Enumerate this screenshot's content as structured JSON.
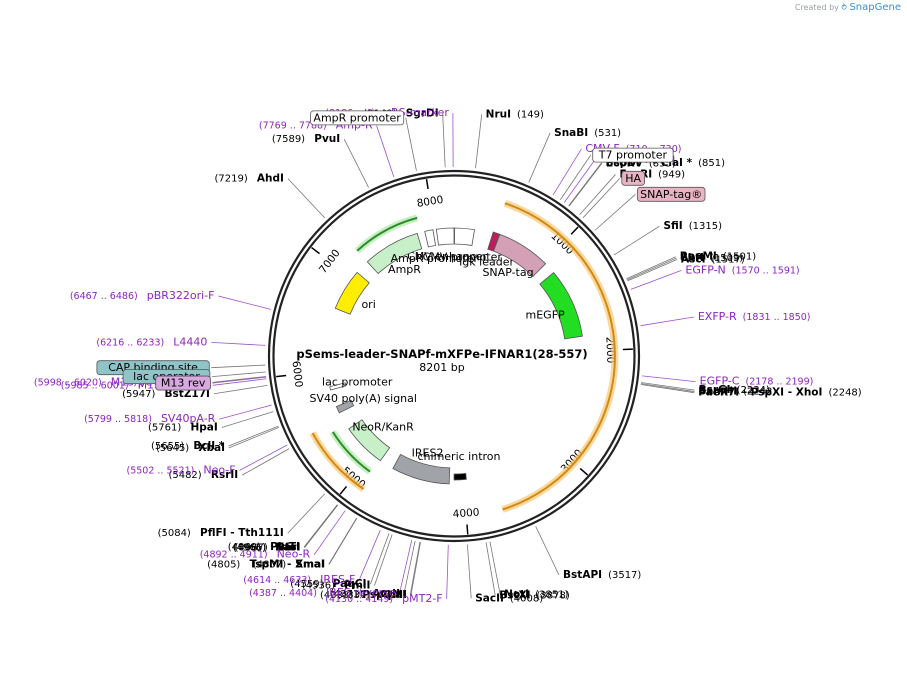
{
  "brand": {
    "created_by": "Created by",
    "name": "SnapGene"
  },
  "plasmid": {
    "name": "pSems-leader-SNAPf-mXFPe-IFNAR1(28-557)",
    "length_label": "8201 bp",
    "length": 8201
  },
  "ticks": [
    {
      "label": "1000",
      "pos": 1000
    },
    {
      "label": "2000",
      "pos": 2000
    },
    {
      "label": "3000",
      "pos": 3000
    },
    {
      "label": "4000",
      "pos": 4000
    },
    {
      "label": "5000",
      "pos": 5000
    },
    {
      "label": "6000",
      "pos": 6000
    },
    {
      "label": "7000",
      "pos": 7000
    },
    {
      "label": "8000",
      "pos": 8000
    }
  ],
  "features": [
    {
      "name": "CMV enhancer",
      "start": 8020,
      "end": 8201,
      "color": "#ffffff"
    },
    {
      "name": "CMV promoter",
      "start": 6,
      "end": 210,
      "color": "#ffffff"
    },
    {
      "name": "Igk leader",
      "start": 400,
      "end": 465,
      "color": "#c21a5e"
    },
    {
      "name": "SNAP-tag",
      "start": 470,
      "end": 1020,
      "color": "#d4a0b5"
    },
    {
      "name": "mEGFP",
      "start": 1140,
      "end": 1850,
      "color": "#22dd22"
    },
    {
      "name": "chimeric intron",
      "start": 3970,
      "end": 4100,
      "color": "#000000"
    },
    {
      "name": "IRES2",
      "start": 4150,
      "end": 4750,
      "color": "#a0a4a8"
    },
    {
      "name": "NeoR/KanR",
      "start": 4900,
      "end": 5360,
      "color": "#c8f0c8"
    },
    {
      "name": "SV40 poly(A) signal",
      "start": 5550,
      "end": 5620,
      "color": "#a0a4a8"
    },
    {
      "name": "lac promoter",
      "start": 5800,
      "end": 5835,
      "color": "#ffffff"
    },
    {
      "name": "ori",
      "start": 6650,
      "end": 7080,
      "color": "#ffee00"
    },
    {
      "name": "AmpR",
      "start": 7230,
      "end": 7820,
      "color": "#c8f0c8"
    },
    {
      "name": "AmpR promoter",
      "start": 7900,
      "end": 7985,
      "color": "#ffffff"
    }
  ],
  "orange_arcs": [
    {
      "name": "IFNAR1",
      "start": 420,
      "end": 3700
    },
    {
      "name": "NeoR region",
      "start": 4880,
      "end": 5500
    }
  ],
  "green_arcs": [
    {
      "name": "AmpR",
      "start": 7230,
      "end": 7860
    },
    {
      "name": "NeoR/KanR",
      "start": 4920,
      "end": 5420
    }
  ],
  "site_labels": [
    {
      "num": "(8140)",
      "name": "SgrDI",
      "pos": 8140
    },
    {
      "num": "(149)",
      "name": "NruI",
      "pos": 149
    },
    {
      "num": "(531)",
      "name": "SnaBI",
      "pos": 531
    },
    {
      "num": "(851)",
      "name": "BspDI * - ClaI *",
      "pos": 851
    },
    {
      "num": "(855)",
      "name": "EcoRV",
      "pos": 855
    },
    {
      "num": "(949)",
      "name": "EcoRI",
      "pos": 949
    },
    {
      "num": "(1315)",
      "name": "SfiI",
      "pos": 1315
    },
    {
      "num": "(1501)",
      "name": "PpuMI",
      "pos": 1501
    },
    {
      "num": "(1509)",
      "name": "SbfI",
      "pos": 1509
    },
    {
      "num": "(1517)",
      "name": "AscI",
      "pos": 1517
    },
    {
      "num": "(2234)",
      "name": "BsrGI",
      "pos": 2234
    },
    {
      "num": "(2242)",
      "name": "BamHI",
      "pos": 2242
    },
    {
      "num": "(2248)",
      "name": "PaeR7I - PspXI - XhoI",
      "pos": 2248
    },
    {
      "num": "(3517)",
      "name": "BstAPI",
      "pos": 3517
    },
    {
      "num": "(3851)",
      "name": "NotI",
      "pos": 3851
    },
    {
      "num": "(3878)",
      "name": "BstXI",
      "pos": 3878
    },
    {
      "num": "(4008)",
      "name": "SacII",
      "pos": 4008
    },
    {
      "num": "(4333)",
      "name": "PspOMI",
      "pos": 4333
    },
    {
      "num": "(4337)",
      "name": "ApaI",
      "pos": 4337
    },
    {
      "num": "(4371)",
      "name": "AvrII",
      "pos": 4371
    },
    {
      "num": "(4536)",
      "name": "PmlI",
      "pos": 4536
    },
    {
      "num": "(4559)",
      "name": "PaqCI",
      "pos": 4559
    },
    {
      "num": "(4805)",
      "name": "TspMI - XmaI",
      "pos": 4805
    },
    {
      "num": "(4807)",
      "name": "SmaI",
      "pos": 4807
    },
    {
      "num": "(4965)",
      "name": "KasI",
      "pos": 4965
    },
    {
      "num": "(4966)",
      "name": "NarI",
      "pos": 4966
    },
    {
      "num": "(4967)",
      "name": "SfoI",
      "pos": 4967
    },
    {
      "num": "(4969)",
      "name": "PluTI",
      "pos": 4969
    },
    {
      "num": "(5084)",
      "name": "PflFI - Tth111I",
      "pos": 5084
    },
    {
      "num": "(5482)",
      "name": "RsrII",
      "pos": 5482
    },
    {
      "num": "(5645)",
      "name": "XbaI",
      "pos": 5645
    },
    {
      "num": "(5655)",
      "name": "BclI *",
      "pos": 5655
    },
    {
      "num": "(5761)",
      "name": "HpaI",
      "pos": 5761
    },
    {
      "num": "(5947)",
      "name": "BstZ17I",
      "pos": 5947
    },
    {
      "num": "(7219)",
      "name": "AhdI",
      "pos": 7219
    },
    {
      "num": "(7589)",
      "name": "PvuI",
      "pos": 7589
    }
  ],
  "primer_labels": [
    {
      "range": "(8186 .. 4)",
      "name": "pRS-marker",
      "pos": 8195
    },
    {
      "range": "(7769 .. 7788)",
      "name": "Amp-R",
      "pos": 7778
    },
    {
      "range": "(710 .. 730)",
      "name": "CMV-F",
      "pos": 720
    },
    {
      "range": "(804 .. 823)",
      "name": "T7",
      "pos": 813
    },
    {
      "range": "(1570 .. 1591)",
      "name": "EGFP-N",
      "pos": 1580
    },
    {
      "range": "(1831 .. 1850)",
      "name": "EXFP-R",
      "pos": 1840
    },
    {
      "range": "(2178 .. 2199)",
      "name": "EGFP-C",
      "pos": 2188
    },
    {
      "range": "(6467 .. 6486)",
      "name": "pBR322ori-F",
      "pos": 6476
    },
    {
      "range": "(6216 .. 6233)",
      "name": "L4440",
      "pos": 6224
    },
    {
      "range": "(5998 .. 6020)",
      "name": "M13/pUC Reverse",
      "pos": 6009
    },
    {
      "range": "(5985 .. 6001)",
      "name": "M13 Reverse",
      "pos": 5993
    },
    {
      "range": "(5799 .. 5818)",
      "name": "SV40pA-R",
      "pos": 5808
    },
    {
      "range": "(5502 .. 5521)",
      "name": "Neo-F",
      "pos": 5511
    },
    {
      "range": "(4892 .. 4911)",
      "name": "Neo-R",
      "pos": 4901
    },
    {
      "range": "(4614 .. 4633)",
      "name": "IRES-F",
      "pos": 4623
    },
    {
      "range": "(4387 .. 4404)",
      "name": "IRES reverse",
      "pos": 4395
    },
    {
      "range": "(4130 .. 4149)",
      "name": "pMT2-F",
      "pos": 4140
    }
  ],
  "boxed_labels": [
    {
      "name": "AmpR promoter",
      "fill": "#ffffff",
      "pos": 7940
    },
    {
      "name": "T7 promoter",
      "fill": "#ffffff",
      "pos": 780
    },
    {
      "name": "HA",
      "fill": "#e8b4c4",
      "pos": 980
    },
    {
      "name": "SNAP-tag®",
      "fill": "#e8b4c4",
      "pos": 1100
    },
    {
      "name": "CAP binding site",
      "fill": "#8fc4c8",
      "pos": 6088
    },
    {
      "name": "lac operator",
      "fill": "#8fc4c8",
      "pos": 6040
    },
    {
      "name": "M13 rev",
      "fill": "#d8a8e0",
      "pos": 6005
    }
  ]
}
